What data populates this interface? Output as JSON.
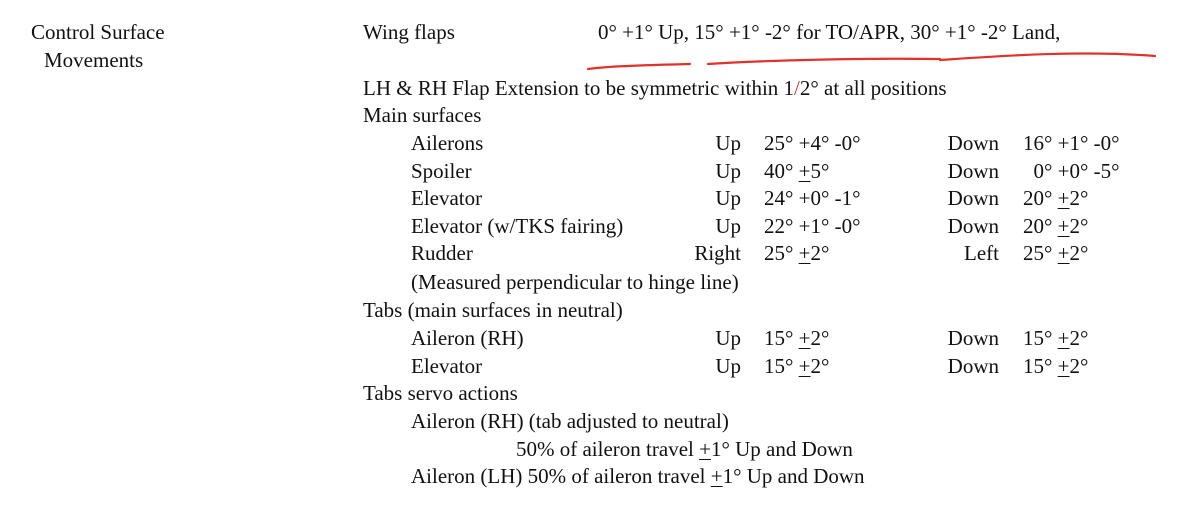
{
  "section": {
    "line1": "Control Surface",
    "line2": "Movements"
  },
  "flaps": {
    "label": "Wing flaps",
    "settings": "0° +1° Up, 15° +1° -2° for TO/APR, 30° +1° -2° Land,"
  },
  "symmetry_note": {
    "before": "LH & RH Flap Extension to be symmetric within 1",
    "slash": "/",
    "after": "2° at all positions"
  },
  "main_surfaces": {
    "heading": "Main surfaces",
    "rows": [
      {
        "name": "Ailerons",
        "dir1": "Up",
        "v1": [
          {
            "t": "25° +4° -0°",
            "u": false
          }
        ],
        "dir2": "Down",
        "v2": [
          {
            "t": "16° +1° -0°",
            "u": false
          }
        ]
      },
      {
        "name": "Spoiler",
        "dir1": "Up",
        "v1": [
          {
            "t": "40° ",
            "u": false
          },
          {
            "t": "+",
            "u": true
          },
          {
            "t": "5°",
            "u": false
          }
        ],
        "dir2": "Down",
        "v2": [
          {
            "t": "  0° +0° -5°",
            "u": false
          }
        ]
      },
      {
        "name": "Elevator",
        "dir1": "Up",
        "v1": [
          {
            "t": "24° +0° -1°",
            "u": false
          }
        ],
        "dir2": "Down",
        "v2": [
          {
            "t": "20° ",
            "u": false
          },
          {
            "t": "+",
            "u": true
          },
          {
            "t": "2°",
            "u": false
          }
        ]
      },
      {
        "name": "Elevator (w/TKS fairing)",
        "dir1": "Up",
        "v1": [
          {
            "t": "22° +1° -0°",
            "u": false
          }
        ],
        "dir2": "Down",
        "v2": [
          {
            "t": "20° ",
            "u": false
          },
          {
            "t": "+",
            "u": true
          },
          {
            "t": "2°",
            "u": false
          }
        ]
      },
      {
        "name": "Rudder",
        "dir1": "Right",
        "v1": [
          {
            "t": "25° ",
            "u": false
          },
          {
            "t": "+",
            "u": true
          },
          {
            "t": "2°",
            "u": false
          }
        ],
        "dir2": "Left",
        "v2": [
          {
            "t": "25° ",
            "u": false
          },
          {
            "t": "+",
            "u": true
          },
          {
            "t": "2°",
            "u": false
          }
        ]
      }
    ],
    "note": "(Measured perpendicular to hinge line)"
  },
  "tabs": {
    "heading": "Tabs (main surfaces in neutral)",
    "rows": [
      {
        "name": "Aileron (RH)",
        "dir1": "Up",
        "v1": [
          {
            "t": "15° ",
            "u": false
          },
          {
            "t": "+",
            "u": true
          },
          {
            "t": "2°",
            "u": false
          }
        ],
        "dir2": "Down",
        "v2": [
          {
            "t": "15° ",
            "u": false
          },
          {
            "t": "+",
            "u": true
          },
          {
            "t": "2°",
            "u": false
          }
        ]
      },
      {
        "name": "Elevator",
        "dir1": "Up",
        "v1": [
          {
            "t": "15° ",
            "u": false
          },
          {
            "t": "+",
            "u": true
          },
          {
            "t": "2°",
            "u": false
          }
        ],
        "dir2": "Down",
        "v2": [
          {
            "t": "15° ",
            "u": false
          },
          {
            "t": "+",
            "u": true
          },
          {
            "t": "2°",
            "u": false
          }
        ]
      }
    ]
  },
  "servo": {
    "heading": "Tabs servo actions",
    "rh_label": "Aileron (RH) (tab adjusted to neutral)",
    "rh_value_a": "50% of aileron travel ",
    "rh_value_pm": "+",
    "rh_value_b": "1° Up and Down",
    "lh_a": "Aileron (LH) 50% of aileron travel ",
    "lh_pm": "+",
    "lh_b": "1° Up and Down"
  },
  "annotation_color": "#e0312b"
}
